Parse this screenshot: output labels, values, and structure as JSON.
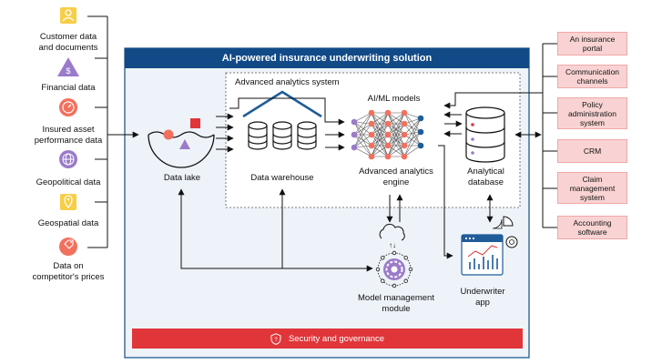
{
  "title": "AI-powered insurance underwriting solution",
  "data_sources": [
    {
      "label": "Customer data\nand documents",
      "icon": "person-icon"
    },
    {
      "label": "Financial data",
      "icon": "dollar-icon"
    },
    {
      "label": "Insured asset\nperformance data",
      "icon": "gauge-icon"
    },
    {
      "label": "Geopolitical data",
      "icon": "globe-icon"
    },
    {
      "label": "Geospatial data",
      "icon": "location-pin-icon"
    },
    {
      "label": "Data on\ncompetitor's prices",
      "icon": "price-tag-icon"
    }
  ],
  "components": {
    "advanced_analytics_system": "Advanced analytics system",
    "data_lake": "Data lake",
    "data_warehouse": "Data warehouse",
    "ai_ml_models": "AI/ML models",
    "advanced_analytics_engine": "Advanced analytics\nengine",
    "analytical_database": "Analytical\ndatabase",
    "model_management_module": "Model management\nmodule",
    "underwriter_app": "Underwriter\napp"
  },
  "external_systems": [
    "An insurance\nportal",
    "Communication\nchannels",
    "Policy\nadministration\nsystem",
    "CRM",
    "Claim\nmanagement\nsystem",
    "Accounting\nsoftware"
  ],
  "security_bar": "Security and governance",
  "colors": {
    "panel_header": "#114a87",
    "icon_yellow": "#f7ce46",
    "icon_purple": "#9b7bc9",
    "icon_coral": "#f2705e",
    "system_box": "#f9d3d3",
    "security_bar": "#e0363a",
    "warehouse_roof": "#1f5c99"
  }
}
